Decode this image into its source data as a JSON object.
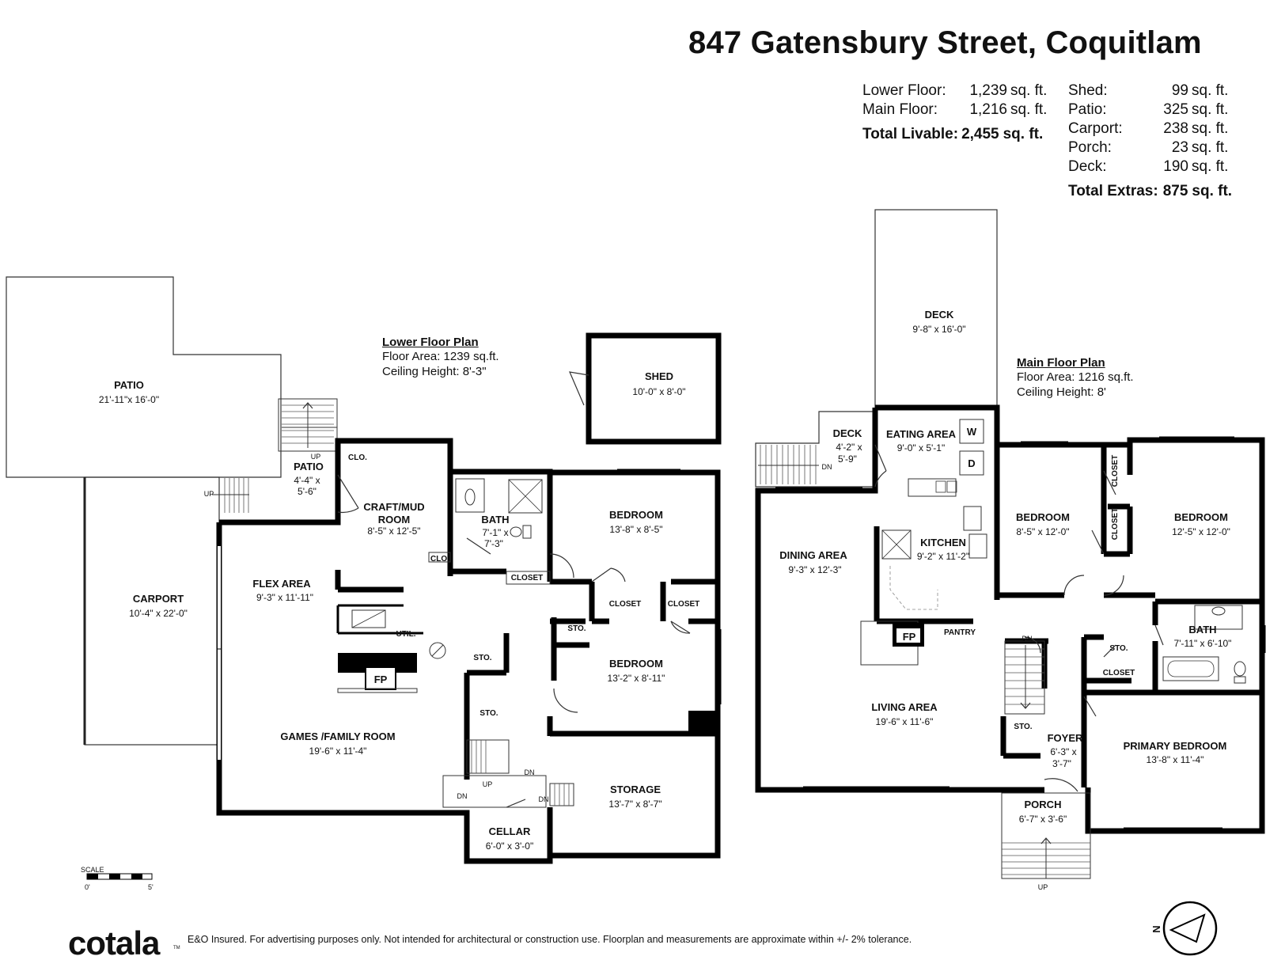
{
  "address": "847 Gatensbury Street, Coquitlam",
  "areas_left": [
    {
      "label": "Lower Floor:",
      "value": "1,239",
      "unit": "sq. ft."
    },
    {
      "label": "Main Floor:",
      "value": "1,216",
      "unit": "sq. ft."
    }
  ],
  "total_livable": {
    "label": "Total Livable:",
    "value": "2,455",
    "unit": "sq. ft."
  },
  "areas_right": [
    {
      "label": "Shed:",
      "value": "99",
      "unit": "sq. ft."
    },
    {
      "label": "Patio:",
      "value": "325",
      "unit": "sq. ft."
    },
    {
      "label": "Carport:",
      "value": "238",
      "unit": "sq. ft."
    },
    {
      "label": "Porch:",
      "value": "23",
      "unit": "sq. ft."
    },
    {
      "label": "Deck:",
      "value": "190",
      "unit": "sq. ft."
    }
  ],
  "total_extras": {
    "label": "Total Extras:",
    "value": "875",
    "unit": "sq. ft."
  },
  "lower_plan": {
    "title": "Lower Floor Plan",
    "floor_area": "Floor Area: 1239 sq.ft.",
    "ceiling": "Ceiling Height: 8'-3\"",
    "rooms": [
      {
        "name": "PATIO",
        "dims": "21'-11\"x 16'-0\""
      },
      {
        "name": "PATIO",
        "dims": "4'-4\" x",
        "dims2": "5'-6\""
      },
      {
        "name": "CRAFT/MUD",
        "name2": "ROOM",
        "dims": "8'-5\" x 12'-5\""
      },
      {
        "name": "BATH",
        "dims": "7'-1\" x",
        "dims2": "7'-3\""
      },
      {
        "name": "BEDROOM",
        "dims": "13'-8\" x  8'-5\""
      },
      {
        "name": "SHED",
        "dims": "10'-0\" x  8'-0\""
      },
      {
        "name": "FLEX AREA",
        "dims": "9'-3\" x 11'-11\""
      },
      {
        "name": "CARPORT",
        "dims": "10'-4\" x 22'-0\""
      },
      {
        "name": "BEDROOM",
        "dims": "13'-2\" x 8'-11\""
      },
      {
        "name": "GAMES /FAMILY ROOM",
        "dims": "19'-6\" x 11'-4\""
      },
      {
        "name": "STORAGE",
        "dims": "13'-7\" x  8'-7\""
      },
      {
        "name": "CELLAR",
        "dims": "6'-0\" x  3'-0\""
      }
    ],
    "labels": [
      "CLO.",
      "CLO.",
      "CLOSET",
      "CLOSET",
      "CLOSET",
      "UTIL.",
      "STO.",
      "STO.",
      "STO.",
      "FP",
      "UP",
      "UP",
      "UP",
      "DN",
      "DN",
      "DN"
    ]
  },
  "main_plan": {
    "title": "Main Floor Plan",
    "floor_area": "Floor Area: 1216 sq.ft.",
    "ceiling": "Ceiling Height: 8'",
    "rooms": [
      {
        "name": "DECK",
        "dims": "9'-8\" x 16'-0\""
      },
      {
        "name": "DECK",
        "dims": "4'-2\" x",
        "dims2": "5'-9\""
      },
      {
        "name": "EATING AREA",
        "dims": "9'-0\" x  5'-1\""
      },
      {
        "name": "BEDROOM",
        "dims": "8'-5\" x 12'-0\""
      },
      {
        "name": "BEDROOM",
        "dims": "12'-5\" x 12'-0\""
      },
      {
        "name": "DINING AREA",
        "dims": "9'-3\" x 12'-3\""
      },
      {
        "name": "KITCHEN",
        "dims": "9'-2\" x 11'-2\""
      },
      {
        "name": "BATH",
        "dims": "7'-11\" x 6'-10\""
      },
      {
        "name": "LIVING AREA",
        "dims": "19'-6\" x 11'-6\""
      },
      {
        "name": "FOYER",
        "dims": "6'-3\" x",
        "dims2": "3'-7\""
      },
      {
        "name": "PRIMARY BEDROOM",
        "dims": "13'-8\" x 11'-4\""
      },
      {
        "name": "PORCH",
        "dims": "6'-7\" x  3'-6\""
      }
    ],
    "labels": [
      "W",
      "D",
      "FP",
      "PANTRY",
      "CLOSET",
      "CLOSET",
      "CLOSET",
      "STO.",
      "STO.",
      "DN",
      "DN",
      "UP"
    ]
  },
  "scale": {
    "label": "SCALE",
    "start": "0'",
    "end": "5'"
  },
  "compass": {
    "letter": "N"
  },
  "brand": {
    "logo": "cotala",
    "tm": "TM"
  },
  "disclaimer": "E&O Insured. For advertising purposes only. Not intended for architectural or construction use. Floorplan and measurements are approximate within +/- 2% tolerance."
}
